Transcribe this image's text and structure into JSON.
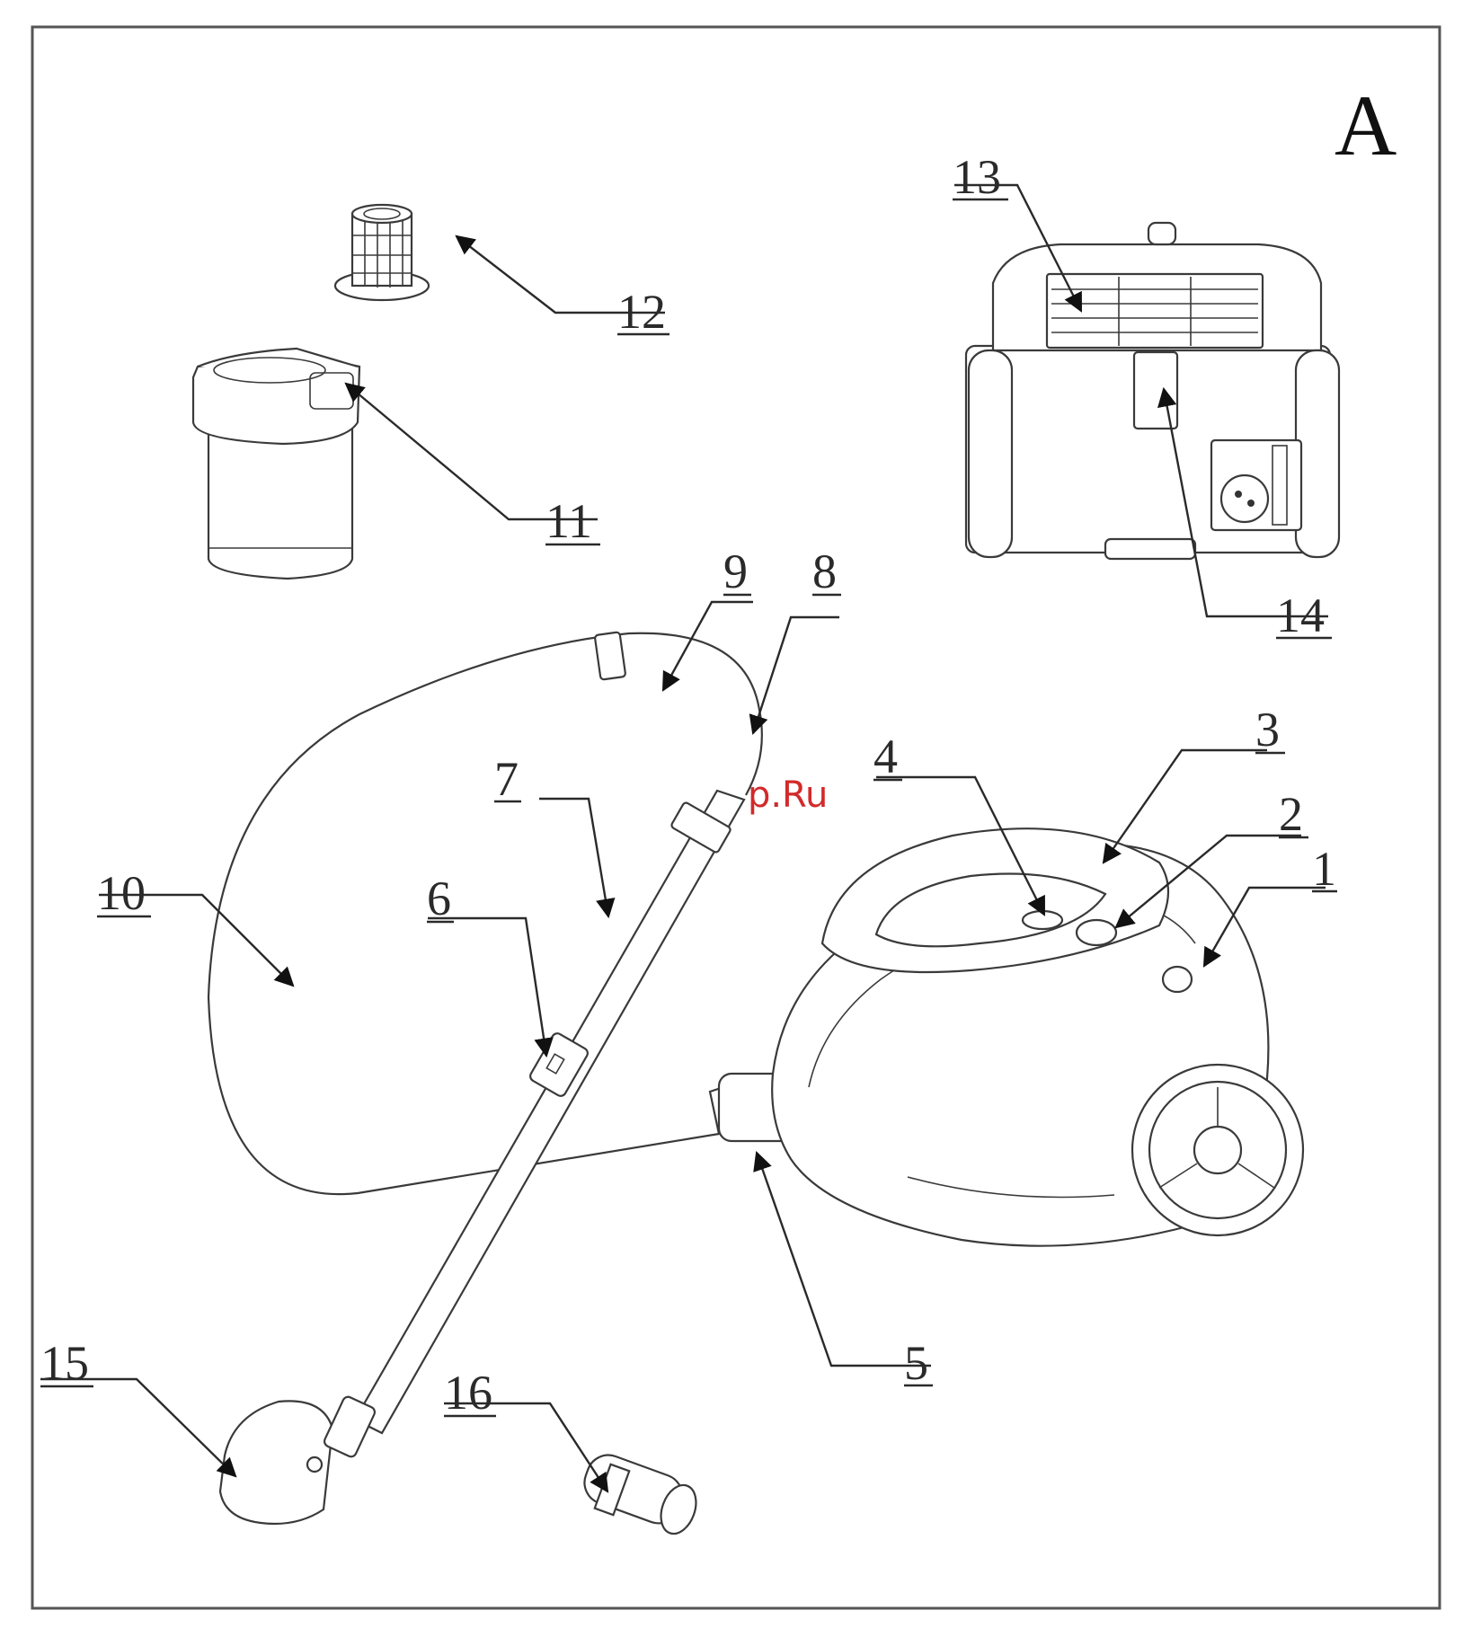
{
  "diagram": {
    "panel_letter": "A",
    "watermark": "McGrp.Ru",
    "callouts": [
      "1",
      "2",
      "3",
      "4",
      "5",
      "6",
      "7",
      "8",
      "9",
      "10",
      "11",
      "12",
      "13",
      "14",
      "15",
      "16"
    ]
  },
  "colors": {
    "line": "#2a2a2a",
    "watermark": "#d22a2a",
    "background": "#ffffff"
  }
}
